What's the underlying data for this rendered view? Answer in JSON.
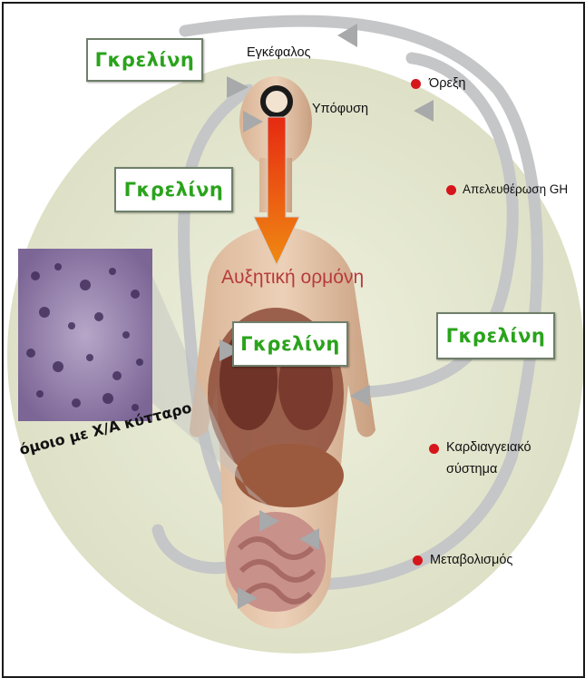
{
  "ghrelin_label": "Γκρελίνη",
  "brain_label": "Εγκέφαλος",
  "pituitary_label": "Υπόφυση",
  "growth_hormone_label": "Αυξητική ορμόνη",
  "cell_caption": "όμοιο με Χ/Α κύτταρο",
  "effects": [
    {
      "text": "Όρεξη"
    },
    {
      "text": "Απελευθέρωση GH"
    },
    {
      "text": "Καρδιαγγειακό σύστημα"
    },
    {
      "text": "Μεταβολισμός"
    }
  ],
  "colors": {
    "ghrelin_text": "#2aa31c",
    "effect_bullet": "#d6161b",
    "growth_hormone_text": "#b63b3b",
    "background_oval": "#e6e9d2",
    "arrow": "#a7a9aa"
  }
}
